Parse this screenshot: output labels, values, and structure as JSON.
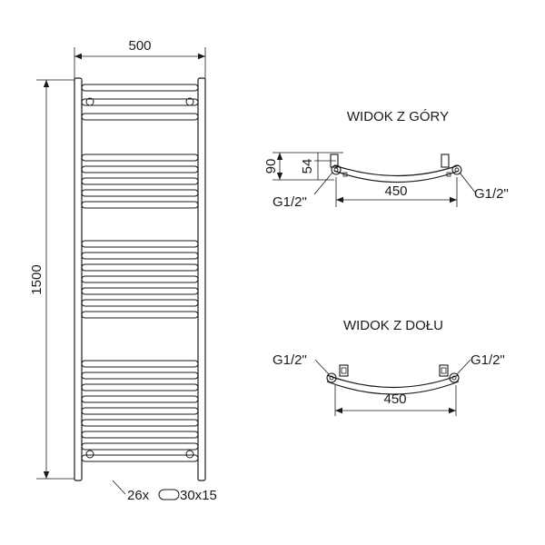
{
  "front_view": {
    "width_label": "500",
    "height_label": "1500",
    "tube_spec": {
      "count": "26x",
      "size": "30x15"
    }
  },
  "top_view": {
    "title": "WIDOK Z GÓRY",
    "depth_total_label": "90",
    "depth_inner_label": "54",
    "spacing_label": "450",
    "connection_left": "G1/2\"",
    "connection_right": "G1/2\""
  },
  "bottom_view": {
    "title": "WIDOK Z DOŁU",
    "spacing_label": "450",
    "connection_left": "G1/2\"",
    "connection_right": "G1/2\""
  }
}
